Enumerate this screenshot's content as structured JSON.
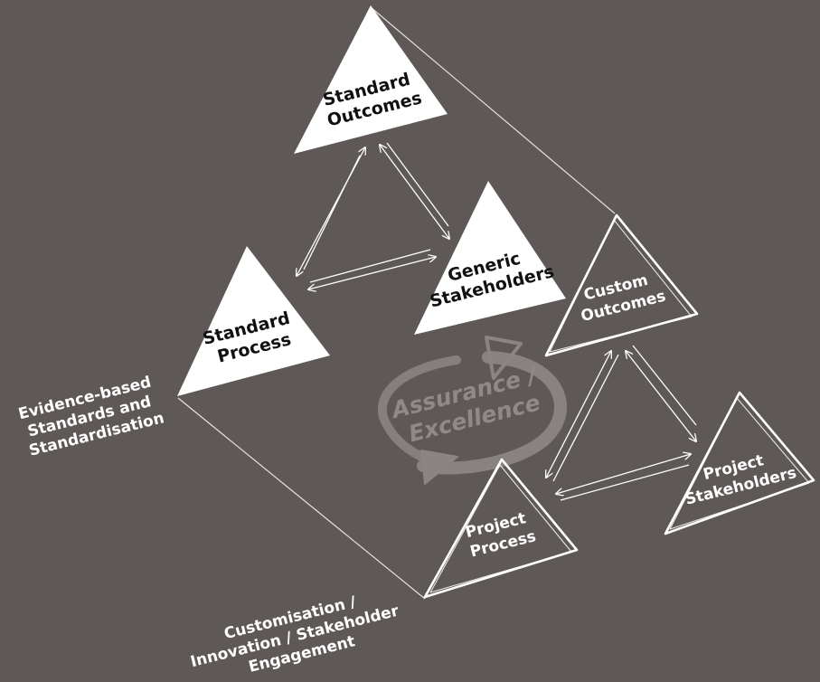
{
  "diagram": {
    "solid_nodes": [
      {
        "id": "standard-outcomes",
        "lines": [
          "Standard",
          "Outcomes"
        ]
      },
      {
        "id": "generic-stakeholders",
        "lines": [
          "Generic",
          "Stakeholders"
        ]
      },
      {
        "id": "standard-process",
        "lines": [
          "Standard",
          "Process"
        ]
      }
    ],
    "sketch_nodes": [
      {
        "id": "custom-outcomes",
        "lines": [
          "Custom",
          "Outcomes"
        ]
      },
      {
        "id": "project-stakeholders",
        "lines": [
          "Project",
          "Stakeholders"
        ]
      },
      {
        "id": "project-process",
        "lines": [
          "Project",
          "Process"
        ]
      }
    ],
    "center": {
      "lines": [
        "Assurance /",
        "Excellence"
      ]
    },
    "side_labels": {
      "evidence": [
        "Evidence-based",
        "Standards and",
        "Standardisation"
      ],
      "customisation": [
        "Customisation /",
        "Innovation / Stakeholder",
        "Engagement"
      ]
    },
    "colors": {
      "background": "#5e5856",
      "solid_triangle": "#ffffff",
      "solid_label": "#111111",
      "sketch_label": "#ffffff",
      "center_label": "#8f8a88",
      "center_arrow": "#8a8583"
    }
  }
}
